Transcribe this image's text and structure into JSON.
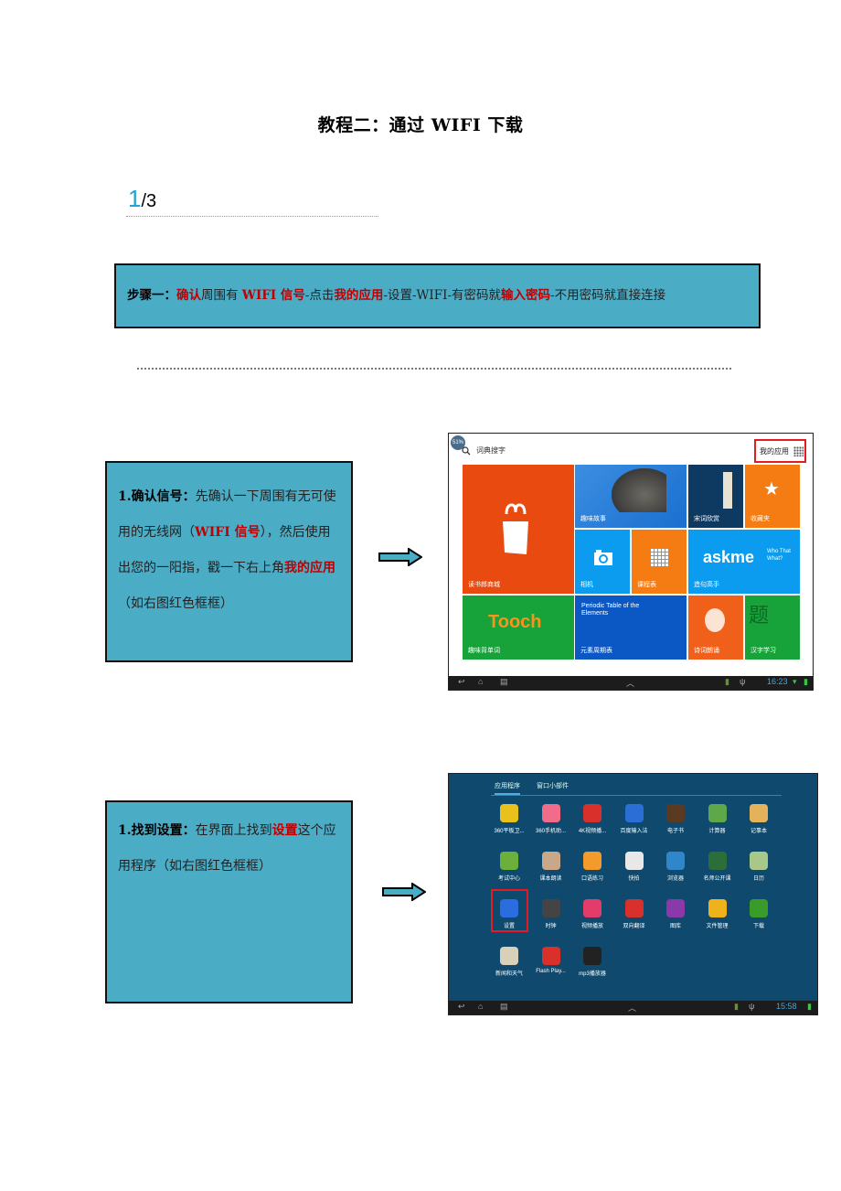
{
  "title": "教程二：通过 WIFI 下载",
  "pager": {
    "current": "1",
    "total": "/3"
  },
  "step": {
    "parts": [
      {
        "text": "步骤一：",
        "style": "b"
      },
      {
        "text": "确认",
        "style": "red"
      },
      {
        "text": "周围有 ",
        "style": ""
      },
      {
        "text": "WIFI 信号",
        "style": "red"
      },
      {
        "text": "-点击",
        "style": ""
      },
      {
        "text": "我的应用",
        "style": "red"
      },
      {
        "text": "-设置-WIFI-有密码就",
        "style": ""
      },
      {
        "text": "输入密码",
        "style": "red"
      },
      {
        "text": "-不用密码就直接连接",
        "style": ""
      }
    ]
  },
  "note1": {
    "heading": "1.确认信号：",
    "t1": "先确认一下周围有无可使用的无线网（",
    "hl1": "WIFI 信号",
    "t2": "），然后使用出您的一阳指，戳一下右上角",
    "hl2": "我的应用",
    "t3": "（如右图红色框框）"
  },
  "note2": {
    "heading": "1.找到设置：",
    "t1": "在界面上找到",
    "hl1": "设置",
    "t2": "这个应用程序（如右图红色框框）"
  },
  "shot1": {
    "badge": "51%",
    "search_label": "词典搜字",
    "my_apps": "我的应用",
    "tiles": [
      {
        "label": "读书郎商城",
        "color": "#e84a10"
      },
      {
        "label": "趣味故事",
        "color": "#1a6fd0"
      },
      {
        "label": "宋词欣赏",
        "color": "#0e3a62"
      },
      {
        "label": "收藏夹",
        "color": "#f57c12"
      },
      {
        "label": "相机",
        "color": "#0b9cf0"
      },
      {
        "label": "课程表",
        "color": "#f57c12"
      },
      {
        "label": "造句高手",
        "color": "#0b9cf0"
      },
      {
        "label": "趣味背单词",
        "color": "#17a33a"
      },
      {
        "label": "元素周期表",
        "color": "#0b58c5"
      },
      {
        "label": "诗词朗诵",
        "color": "#f0601a"
      },
      {
        "label": "汉字学习",
        "color": "#17a33a"
      }
    ],
    "askme": "askme",
    "askme_sub": "Who That What?",
    "periodic": "Periodic Table of the Elements",
    "time": "16:23"
  },
  "shot2": {
    "tabs": [
      "应用程序",
      "窗口小部件"
    ],
    "apps": [
      {
        "label": "360平板卫...",
        "color": "#e8c21a"
      },
      {
        "label": "360手机助...",
        "color": "#f06c8a"
      },
      {
        "label": "4K视频播...",
        "color": "#d9302b"
      },
      {
        "label": "百度输入法",
        "color": "#2b6fd6"
      },
      {
        "label": "电子书",
        "color": "#5a3a22"
      },
      {
        "label": "计算器",
        "color": "#5fa84a"
      },
      {
        "label": "记事本",
        "color": "#e4b25a"
      },
      {
        "label": "考试中心",
        "color": "#6ab03a"
      },
      {
        "label": "课本朗读",
        "color": "#c9a789"
      },
      {
        "label": "口语练习",
        "color": "#f29a2a"
      },
      {
        "label": "快拍",
        "color": "#e8e8e8"
      },
      {
        "label": "浏览器",
        "color": "#2f86c9"
      },
      {
        "label": "名师公开课",
        "color": "#2b6e3a"
      },
      {
        "label": "日历",
        "color": "#a8c88a"
      },
      {
        "label": "设置",
        "color": "#2a6de0"
      },
      {
        "label": "时钟",
        "color": "#444"
      },
      {
        "label": "视频播放",
        "color": "#e23c6a"
      },
      {
        "label": "双向翻译",
        "color": "#d9302b"
      },
      {
        "label": "图库",
        "color": "#8a3aa8"
      },
      {
        "label": "文件管理",
        "color": "#f0b21a"
      },
      {
        "label": "下载",
        "color": "#3a9a2a"
      },
      {
        "label": "新闻和天气",
        "color": "#d8d0b8"
      },
      {
        "label": "Flash Play...",
        "color": "#d9302b"
      },
      {
        "label": "mp3播放器",
        "color": "#222"
      }
    ],
    "time": "15:58"
  }
}
